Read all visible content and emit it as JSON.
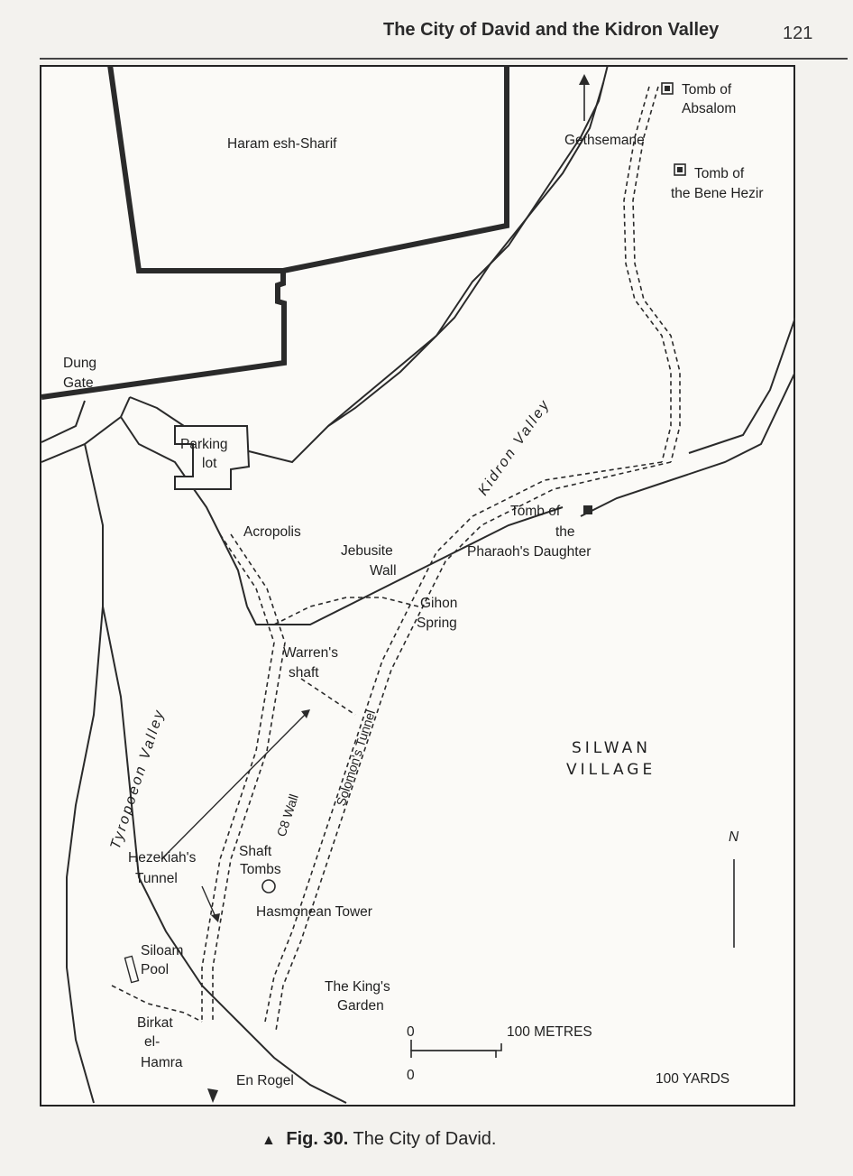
{
  "header": {
    "running_head": "The City of David and the Kidron Valley",
    "page_number": "121"
  },
  "map": {
    "labels": {
      "haram": "Haram esh-Sharif",
      "gethsemane": "Gethsemane",
      "tomb_absalom_1": "Tomb of",
      "tomb_absalom_2": "Absalom",
      "tomb_hezir_1": "Tomb of",
      "tomb_hezir_2": "the Bene Hezir",
      "dung_gate_1": "Dung",
      "dung_gate_2": "Gate",
      "parking_1": "Parking",
      "parking_2": "lot",
      "kidron_valley": "Kidron Valley",
      "tomb_pharaoh_1": "Tomb of",
      "tomb_pharaoh_2": "the",
      "tomb_pharaoh_3": "Pharaoh's Daughter",
      "acropolis": "Acropolis",
      "jebusite_1": "Jebusite",
      "jebusite_2": "Wall",
      "gihon_1": "Gihon",
      "gihon_2": "Spring",
      "warrens_1": "Warren's",
      "warrens_2": "shaft",
      "tyropoeon_valley": "Tyropoeon Valley",
      "solomons_tunnel": "Solomon's Tunnel",
      "c8_wall": "C8 Wall",
      "silwan": "SILWAN",
      "village": "VILLAGE",
      "hezekiah_1": "Hezekiah's",
      "hezekiah_2": "Tunnel",
      "shaft_1": "Shaft",
      "shaft_2": "Tombs",
      "hasmonean": "Hasmonean Tower",
      "siloam_1": "Siloam",
      "siloam_2": "Pool",
      "kings_1": "The King's",
      "kings_2": "Garden",
      "birkat_1": "Birkat",
      "birkat_2": "el-",
      "birkat_3": "Hamra",
      "en_rogel": "En Rogel",
      "north": "N"
    },
    "scale": {
      "zero_top": "0",
      "metres": "100 METRES",
      "zero_bottom": "0",
      "yards": "100 YARDS"
    }
  },
  "caption": {
    "marker": "▲",
    "fig": "Fig. 30.",
    "text": "The City of David."
  }
}
